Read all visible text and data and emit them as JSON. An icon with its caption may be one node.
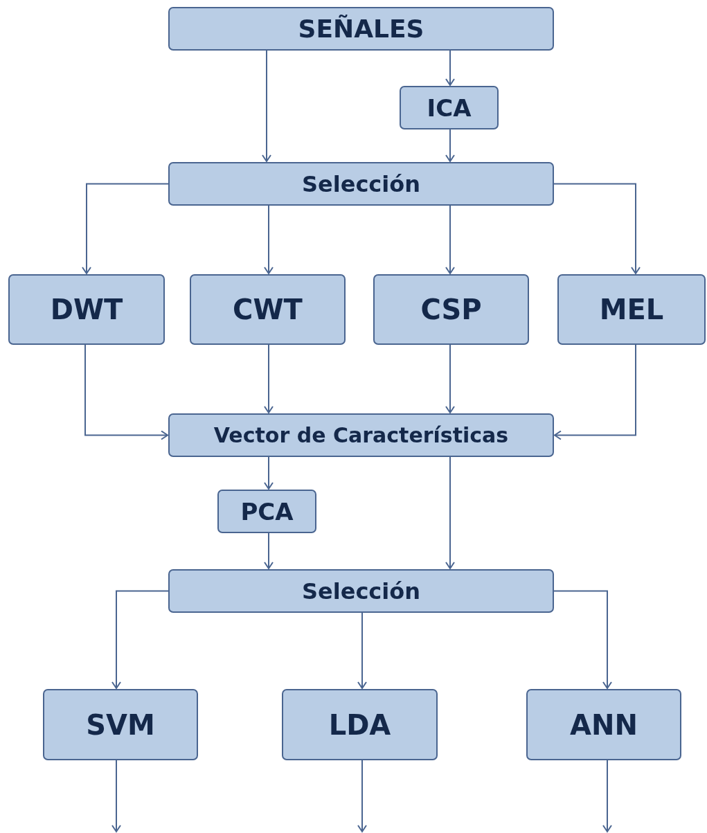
{
  "diagram": {
    "nodes": [
      {
        "text": [
          "SEÑALES"
        ]
      },
      {
        "text": [
          "ICA"
        ]
      },
      {
        "text": [
          "Selección"
        ]
      },
      {
        "text": [
          "DWT"
        ]
      },
      {
        "text": [
          "CWT"
        ]
      },
      {
        "text": [
          "CSP"
        ]
      },
      {
        "text": [
          "MEL"
        ]
      },
      {
        "text": [
          "Vector de Características"
        ]
      },
      {
        "text": [
          "PCA"
        ]
      },
      {
        "text": [
          "Selección"
        ]
      },
      {
        "text": [
          "SVM"
        ]
      },
      {
        "text": [
          "LDA"
        ]
      },
      {
        "text": [
          "ANN"
        ]
      }
    ],
    "edges": [
      {
        "from": 0,
        "to": 2,
        "arrow": "to"
      },
      {
        "from": 0,
        "to": 1,
        "arrow": "to"
      },
      {
        "from": 1,
        "to": 2,
        "arrow": "to"
      },
      {
        "from": 2,
        "to": 3,
        "arrow": "to"
      },
      {
        "from": 2,
        "to": 4,
        "arrow": "to"
      },
      {
        "from": 2,
        "to": 5,
        "arrow": "to"
      },
      {
        "from": 2,
        "to": 6,
        "arrow": "to"
      },
      {
        "from": 3,
        "to": 7,
        "arrow": "to"
      },
      {
        "from": 4,
        "to": 7,
        "arrow": "to"
      },
      {
        "from": 5,
        "to": 7,
        "arrow": "to"
      },
      {
        "from": 6,
        "to": 7,
        "arrow": "to"
      },
      {
        "from": 7,
        "to": 8,
        "arrow": "to"
      },
      {
        "from": 8,
        "to": 9,
        "arrow": "to"
      },
      {
        "from": 7,
        "to": 9,
        "arrow": "to"
      },
      {
        "from": 9,
        "to": 10,
        "arrow": "to"
      },
      {
        "from": 9,
        "to": 11,
        "arrow": "to"
      },
      {
        "from": 9,
        "to": 12,
        "arrow": "to"
      },
      {
        "from": 10,
        "to": null,
        "arrow": "to"
      },
      {
        "from": 11,
        "to": null,
        "arrow": "to"
      },
      {
        "from": 12,
        "to": null,
        "arrow": "to"
      }
    ]
  }
}
